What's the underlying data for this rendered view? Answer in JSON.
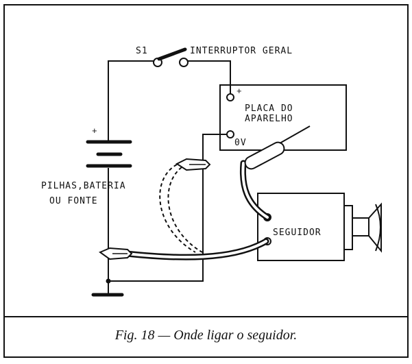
{
  "switch": {
    "ref": "S1",
    "name": "INTERRUPTOR GERAL"
  },
  "battery": {
    "polarity": "+",
    "label_line1": "PILHAS,BATERIA",
    "label_line2": "OU FONTE"
  },
  "board": {
    "plus": "+",
    "line1": "PLACA DO",
    "line2": "APARELHO",
    "zero": "0V"
  },
  "tracer": {
    "label": "SEGUIDOR"
  },
  "caption": "Fig. 18 — Onde ligar o seguidor."
}
